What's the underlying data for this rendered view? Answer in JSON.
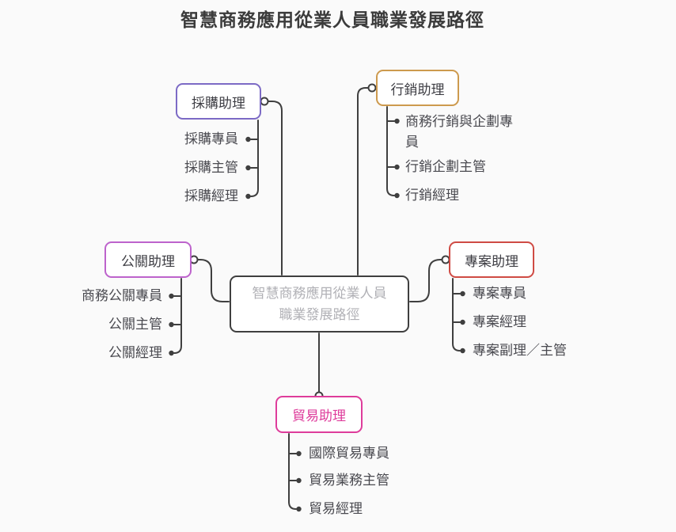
{
  "page": {
    "title": "智慧商務應用從業人員職業發展路徑",
    "background": "#fafafa",
    "line_color": "#3f3f3f"
  },
  "center_node": {
    "line1": "智慧商務應用從業人員",
    "line2": "職業發展路徑",
    "border_color": "#3f3f3f",
    "text_color": "#b1b1b6"
  },
  "branches": [
    {
      "id": "purchase",
      "label": "採購助理",
      "border_color": "#7c6ac5",
      "label_color": "#3e3e44",
      "children": [
        "採購專員",
        "採購主管",
        "採購經理"
      ]
    },
    {
      "id": "marketing",
      "label": "行銷助理",
      "border_color": "#cd9a4e",
      "label_color": "#3e3e44",
      "children": [
        "商務行銷與企劃專員",
        "行銷企劃主管",
        "行銷經理"
      ]
    },
    {
      "id": "pr",
      "label": "公關助理",
      "border_color": "#bd63cc",
      "label_color": "#3e3e44",
      "children": [
        "商務公關專員",
        "公關主管",
        "公關經理"
      ]
    },
    {
      "id": "project",
      "label": "專案助理",
      "border_color": "#cf4b44",
      "label_color": "#3e3e44",
      "children": [
        "專案專員",
        "專案經理",
        "專案副理／主管"
      ]
    },
    {
      "id": "trade",
      "label": "貿易助理",
      "border_color": "#de3c9b",
      "label_color": "#de3c9b",
      "children": [
        "國際貿易專員",
        "貿易業務主管",
        "貿易經理"
      ]
    }
  ]
}
